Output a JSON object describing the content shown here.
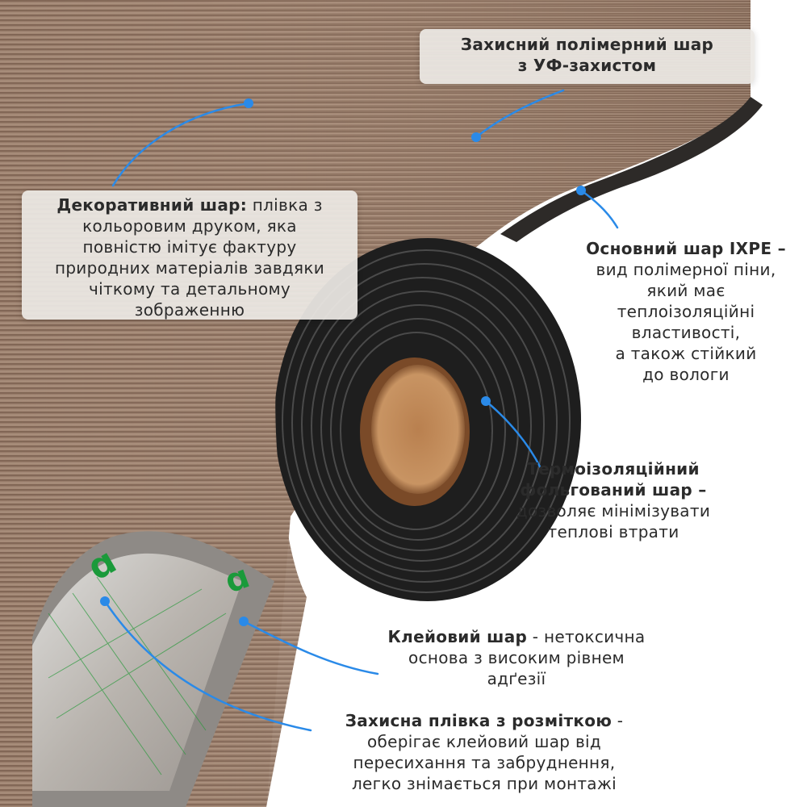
{
  "annotations": {
    "uv_layer": {
      "lines": [
        "Захисний полімерний шар",
        "з УФ-захистом"
      ]
    },
    "decorative_layer": {
      "title": "Декоративний шар:",
      "lines_first_rest": " плівка з",
      "lines": [
        "кольоровим друком, яка",
        "повністю імітує фактуру",
        "природних матеріалів завдяки",
        "чіткому та детальному",
        "зображенню"
      ]
    },
    "ixpe_layer": {
      "title": "Основний шар IXPE  –",
      "lines": [
        "вид полімерної піни,",
        "який має",
        "теплоізоляційні",
        "властивості,",
        "а також стійкий",
        "до вологи"
      ]
    },
    "foil_layer": {
      "title_lines": [
        "Термоізоляційний",
        "фольгований шар  –"
      ],
      "lines": [
        "дозволяє мінімізувати",
        "теплові втрати"
      ]
    },
    "adhesive_layer": {
      "title": "Клейовий шар",
      "title_rest": " - нетоксична",
      "lines": [
        "основа з високим рівнем",
        "адґезії"
      ]
    },
    "protective_film": {
      "title": "Захисна плівка з розміткою",
      "title_rest": " -",
      "lines": [
        "оберігає клейовий шар від",
        "пересихання та забруднення,",
        "легко знімається при монтажі"
      ]
    }
  },
  "colors": {
    "pointer": "#2a8ae8",
    "wood_light": "#a88d7a",
    "wood_dark": "#6e5343",
    "roll_core": "#c08a5a",
    "foam": "#2a2a2a",
    "label_bg": "#ece8e4",
    "film_green": "#1a9a3a"
  }
}
